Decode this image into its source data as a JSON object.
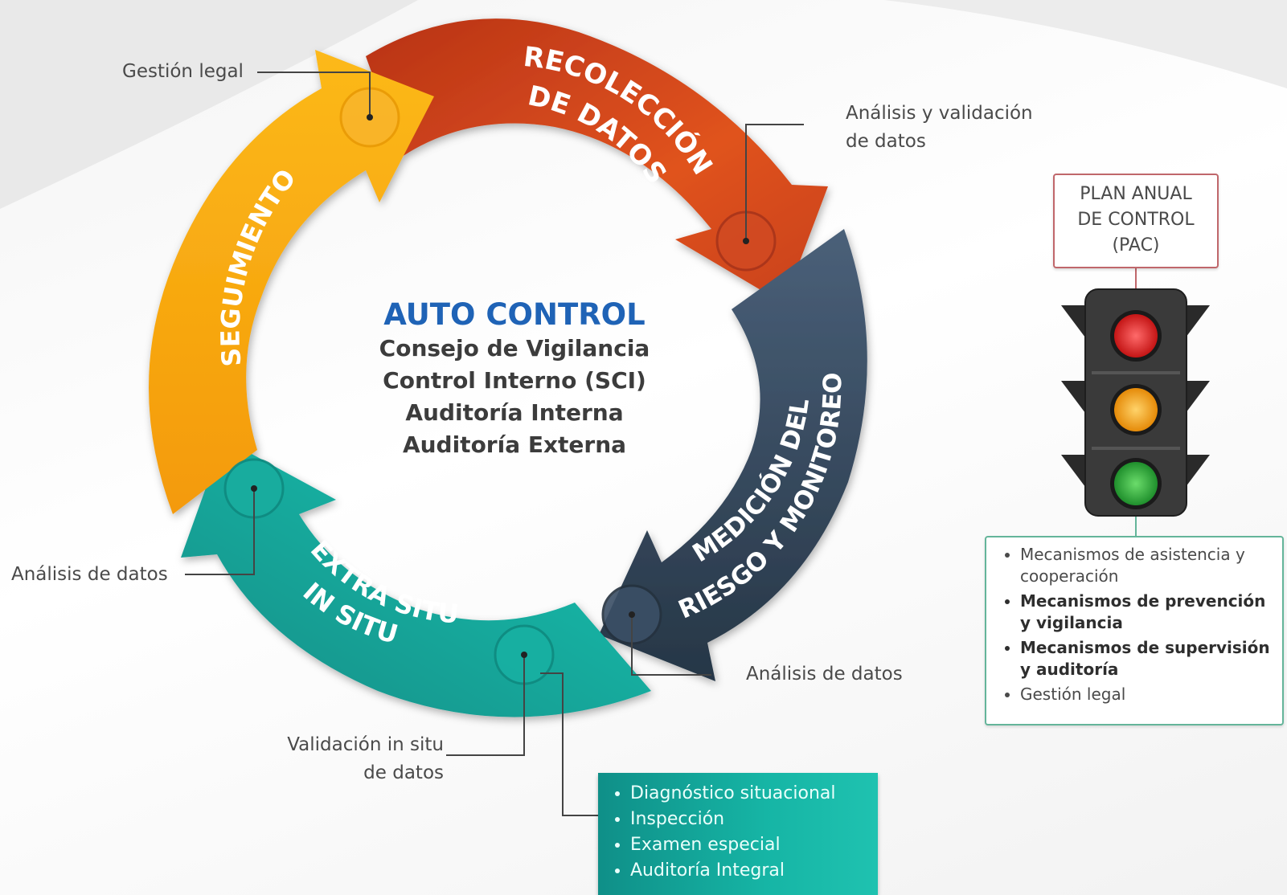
{
  "center": {
    "title": "AUTO CONTROL",
    "lines": [
      "Consejo de Vigilancia",
      "Control Interno (SCI)",
      "Auditoría Interna",
      "Auditoría Externa"
    ]
  },
  "cycle": [
    {
      "title_lines": [
        "RECOLECCIÓN",
        "DE DATOS"
      ],
      "color": "#d44a1f"
    },
    {
      "title_lines": [
        "MEDICIÓN DEL",
        "RIESGO Y MONITOREO"
      ],
      "color": "#2f4257"
    },
    {
      "title_lines": [
        "EXTRA SITU",
        "IN SITU"
      ],
      "color": "#14a89e"
    },
    {
      "title_lines": [
        "SEGUIMIENTO"
      ],
      "color": "#f4a40f"
    }
  ],
  "callouts": {
    "gestion_legal": "Gestión legal",
    "analisis_validacion": [
      "Análisis y validación",
      "de datos"
    ],
    "analisis_datos_left": "Análisis de datos",
    "analisis_datos_bottom": "Análisis de datos",
    "validacion_in_situ": [
      "Validación in situ",
      "de datos"
    ]
  },
  "teal_list": [
    "Diagnóstico situacional",
    "Inspección",
    "Examen especial",
    "Auditoría Integral"
  ],
  "pac": {
    "lines": [
      "PLAN ANUAL",
      "DE CONTROL",
      "(PAC)"
    ]
  },
  "traffic_light": {
    "colors": [
      "#e02b2b",
      "#f0a21e",
      "#2eaa3c"
    ]
  },
  "mechanisms": [
    {
      "text": "Mecanismos de asistencia y cooperación",
      "bold": false
    },
    {
      "text": "Mecanismos de prevención y vigilancia",
      "bold": true
    },
    {
      "text": "Mecanismos de supervisión y auditoría",
      "bold": true
    },
    {
      "text": "Gestión legal",
      "bold": false
    }
  ]
}
